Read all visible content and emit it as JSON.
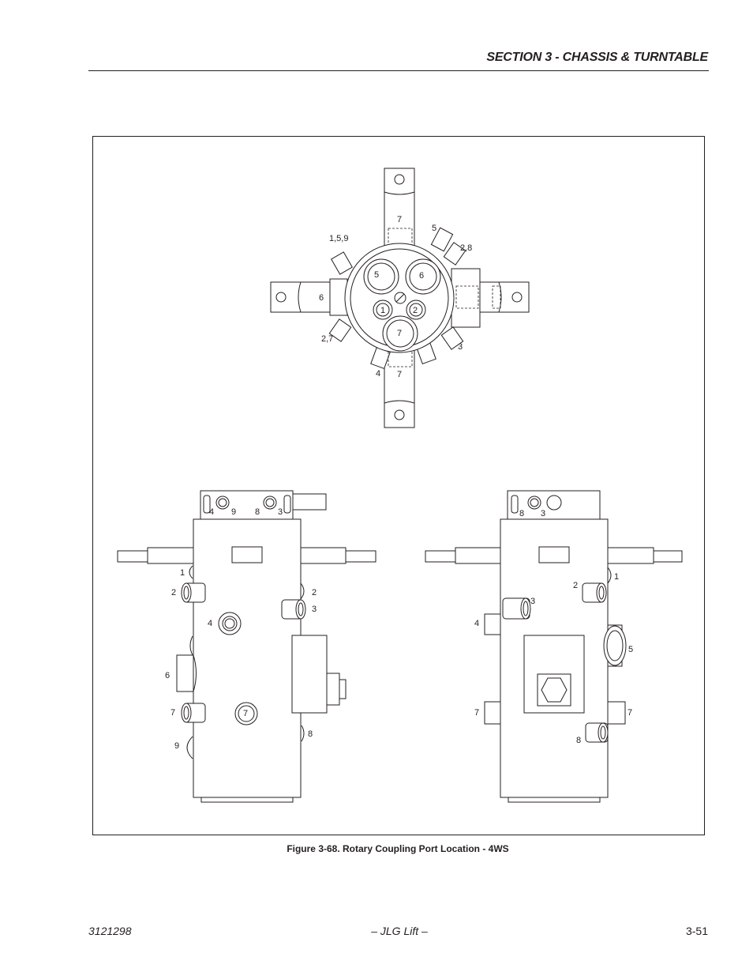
{
  "header": {
    "section_title": "SECTION 3 - CHASSIS & TURNTABLE"
  },
  "figure": {
    "caption": "Figure 3-68.  Rotary Coupling Port Location - 4WS",
    "top_view_labels": [
      "7",
      "5",
      "1,5,9",
      "2,8",
      "5",
      "6",
      "6",
      "1",
      "2",
      "7",
      "2,7",
      "3",
      "4",
      "7"
    ],
    "left_view_labels": [
      "4",
      "9",
      "8",
      "3",
      "1",
      "2",
      "2",
      "3",
      "4",
      "6",
      "7",
      "7",
      "9",
      "8"
    ],
    "right_view_labels": [
      "8",
      "3",
      "2",
      "1",
      "3",
      "4",
      "5",
      "7",
      "7",
      "8"
    ]
  },
  "footer": {
    "doc_number": "3121298",
    "center_text": "– JLG Lift –",
    "page_number": "3-51"
  }
}
